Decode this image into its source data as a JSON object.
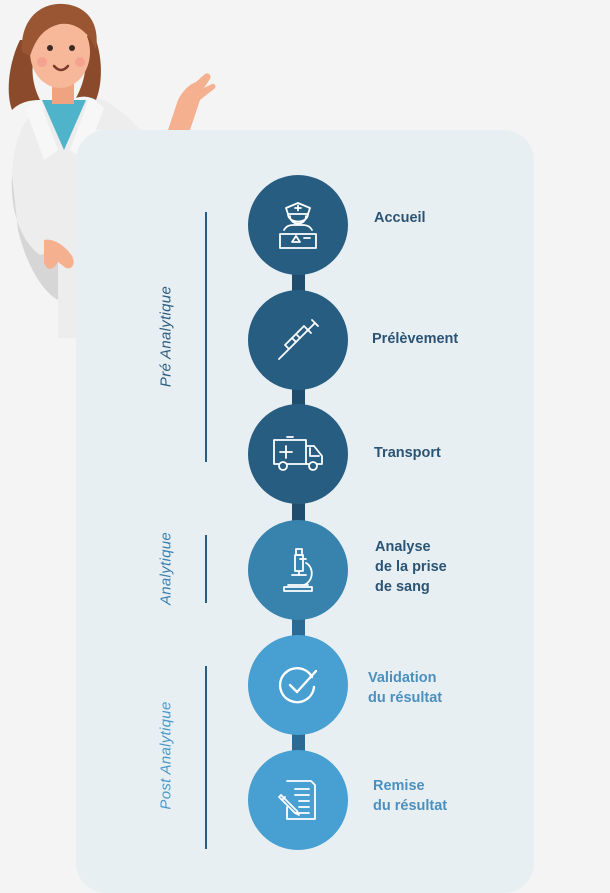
{
  "colors": {
    "background": "#f4f4f4",
    "card": "#e8eff3",
    "dark_blue": "#285d82",
    "mid_blue": "#3783ae",
    "light_blue": "#479fd2",
    "text_dark": "#2b5474",
    "text_light": "#4a90bf"
  },
  "phases": [
    {
      "label": "Pré Analytique"
    },
    {
      "label": "Analytique"
    },
    {
      "label": "Post Analytique"
    }
  ],
  "steps": [
    {
      "label": "Accueil",
      "icon": "receptionist-icon"
    },
    {
      "label": "Prélèvement",
      "icon": "syringe-icon"
    },
    {
      "label": "Transport",
      "icon": "ambulance-icon"
    },
    {
      "label_lines": [
        "Analyse",
        "de la prise",
        "de sang"
      ],
      "icon": "microscope-icon"
    },
    {
      "label_lines": [
        "Validation",
        "du résultat"
      ],
      "icon": "check-circle-icon"
    },
    {
      "label_lines": [
        "Remise",
        "du résultat"
      ],
      "icon": "document-pen-icon"
    }
  ]
}
